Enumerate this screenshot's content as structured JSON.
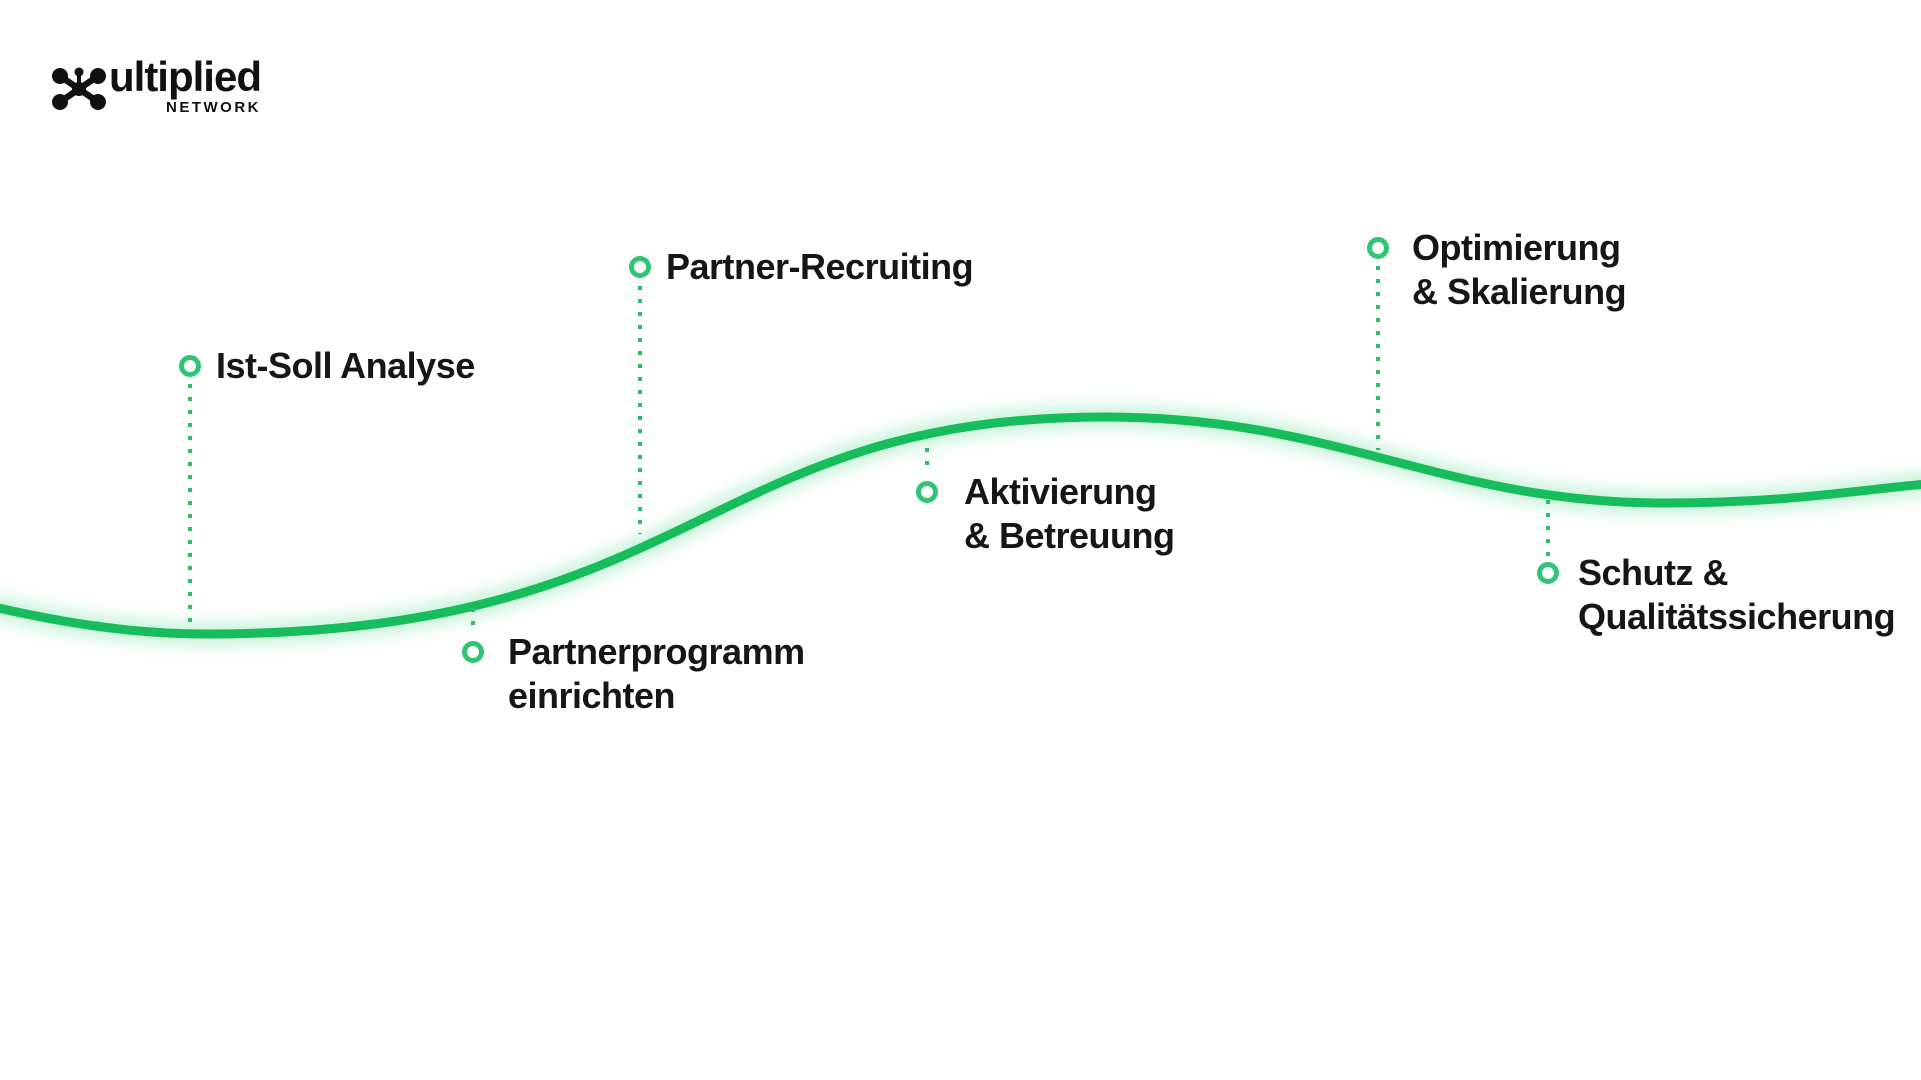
{
  "logo": {
    "brand": "Multiplied Network",
    "wordmark": "ultiplied",
    "subline": "NETWORK"
  },
  "colors": {
    "curve_green": "#17bd5c",
    "marker_green": "#2ec573",
    "dotted_green": "#2bbd68",
    "text_dark": "#161616",
    "background": "#ffffff"
  },
  "diagram": {
    "type": "process-timeline",
    "description_visible_elements": "green wave curve with six milestone markers connected by dotted lines"
  },
  "milestones": [
    {
      "id": "ist-soll-analyse",
      "lines": [
        "Ist-Soll Analyse"
      ],
      "side": "above-curve"
    },
    {
      "id": "partnerprogramm-einrichten",
      "lines": [
        "Partnerprogramm",
        "einrichten"
      ],
      "side": "below-curve"
    },
    {
      "id": "partner-recruiting",
      "lines": [
        "Partner-Recruiting"
      ],
      "side": "above-curve"
    },
    {
      "id": "aktivierung-betreuung",
      "lines": [
        "Aktivierung",
        "& Betreuung"
      ],
      "side": "below-curve"
    },
    {
      "id": "optimierung-skalierung",
      "lines": [
        "Optimierung",
        "& Skalierung"
      ],
      "side": "above-curve"
    },
    {
      "id": "schutz-qualitaetssicherung",
      "lines": [
        "Schutz &",
        "Qualitätssicherung"
      ],
      "side": "below-curve"
    }
  ]
}
